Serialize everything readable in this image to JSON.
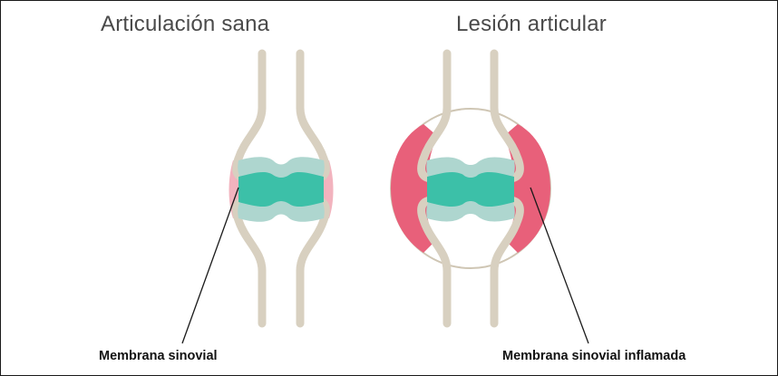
{
  "panels": {
    "healthy": {
      "title": "Articulación sana",
      "label": "Membrana sinovial"
    },
    "injured": {
      "title": "Lesión articular",
      "label": "Membrana sinovial inflamada"
    }
  },
  "colors": {
    "bone": "#d8d0c0",
    "cartilage": "#aed6cf",
    "synovial_fluid": "#3cc0a8",
    "membrane": "#ee9aa8",
    "inflamed_membrane": "#e8607a",
    "capsule_outline": "#cfc6b4",
    "leader_line": "#1a1a1a"
  }
}
